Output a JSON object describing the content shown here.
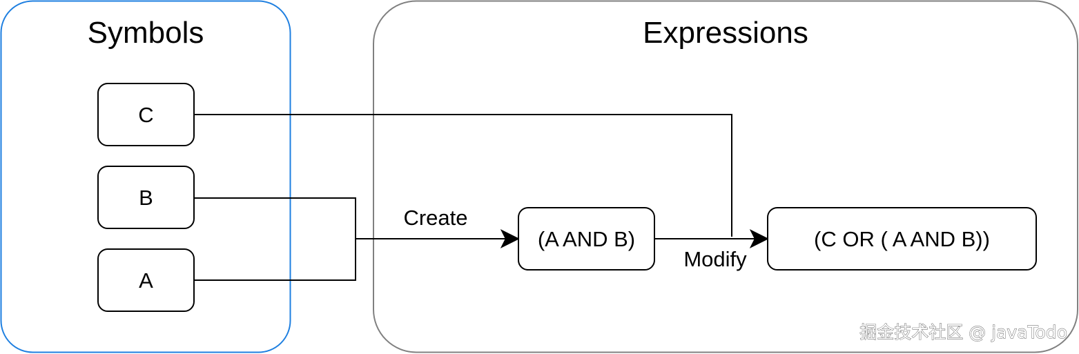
{
  "groups": {
    "symbols": {
      "title": "Symbols",
      "border_color": "#1e7fe0"
    },
    "expressions": {
      "title": "Expressions",
      "border_color": "#808080"
    }
  },
  "nodes": {
    "symbol_c": "C",
    "symbol_b": "B",
    "symbol_a": "A",
    "expr_and": "(A AND B)",
    "expr_or": "(C OR ( A AND B))"
  },
  "edges": {
    "create_label": "Create",
    "modify_label": "Modify"
  },
  "watermark": "掘金技术社区 @ javaTodo"
}
